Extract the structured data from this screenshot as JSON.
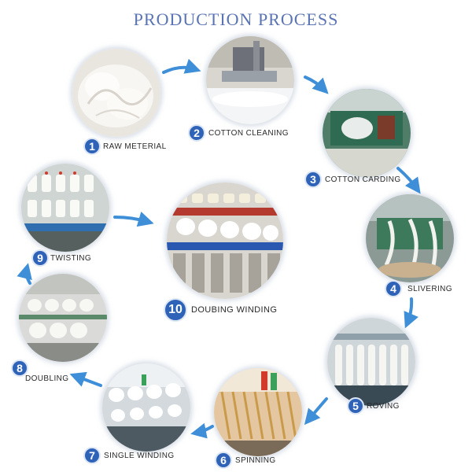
{
  "title": "PRODUCTION PROCESS",
  "steps": [
    {
      "number": "1",
      "label": "RAW METERIAL"
    },
    {
      "number": "2",
      "label": "COTTON  CLEANING"
    },
    {
      "number": "3",
      "label": "COTTON  CARDING"
    },
    {
      "number": "4",
      "label": "SLIVERING"
    },
    {
      "number": "5",
      "label": "ROVING"
    },
    {
      "number": "6",
      "label": "SPINNING"
    },
    {
      "number": "7",
      "label": "SINGLE  WINDING"
    },
    {
      "number": "8",
      "label": "DOUBLING"
    },
    {
      "number": "9",
      "label": "TWISTING"
    },
    {
      "number": "10",
      "label": "DOUBING  WINDING"
    }
  ],
  "colors": {
    "badge": "#2f63b8",
    "arrow": "#3f8fd8",
    "title": "#5a73b3"
  },
  "arrow_icon": "curved-arrow-icon"
}
